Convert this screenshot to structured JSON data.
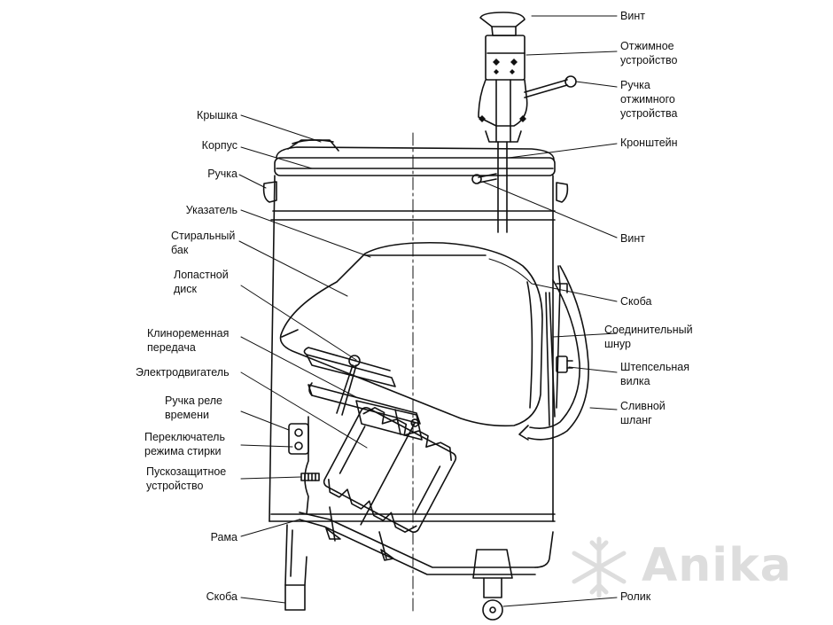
{
  "labels_left": [
    {
      "id": "kryshka",
      "text": "Крышка"
    },
    {
      "id": "korpus",
      "text": "Корпус"
    },
    {
      "id": "ruchka",
      "text": "Ручка"
    },
    {
      "id": "ukazatel",
      "text": "Указатель"
    },
    {
      "id": "stiralny-bak",
      "text": "Стиральный\nбак"
    },
    {
      "id": "lopastnoy-disk",
      "text": "Лопастной\nдиск"
    },
    {
      "id": "klinoremennaya",
      "text": "Клиноременная\nпередача"
    },
    {
      "id": "elektrodvigatel",
      "text": "Электродвигатель"
    },
    {
      "id": "ruchka-rele",
      "text": "Ручка реле\nвремени"
    },
    {
      "id": "pereklyuchatel",
      "text": "Переключатель\nрежима стирки"
    },
    {
      "id": "puskozashchitnoe",
      "text": "Пускозащитное\nустройство"
    },
    {
      "id": "rama",
      "text": "Рама"
    },
    {
      "id": "skoba-bottom",
      "text": "Скоба"
    }
  ],
  "labels_right": [
    {
      "id": "vint-top",
      "text": "Винт"
    },
    {
      "id": "otzhimnoe",
      "text": "Отжимное\nустройство"
    },
    {
      "id": "ruchka-otzhimnogo",
      "text": "Ручка\nотжимного\nустройства"
    },
    {
      "id": "kronshteyn",
      "text": "Кронштейн"
    },
    {
      "id": "vint-mid",
      "text": "Винт"
    },
    {
      "id": "skoba-right",
      "text": "Скоба"
    },
    {
      "id": "soedinitelny",
      "text": "Соединительный\nшнур"
    },
    {
      "id": "shtepselnaya",
      "text": "Штепсельная\nвилка"
    },
    {
      "id": "slivnoy",
      "text": "Сливной\nшланг"
    },
    {
      "id": "rolik",
      "text": "Ролик"
    }
  ],
  "watermark": {
    "text": "Anika"
  }
}
